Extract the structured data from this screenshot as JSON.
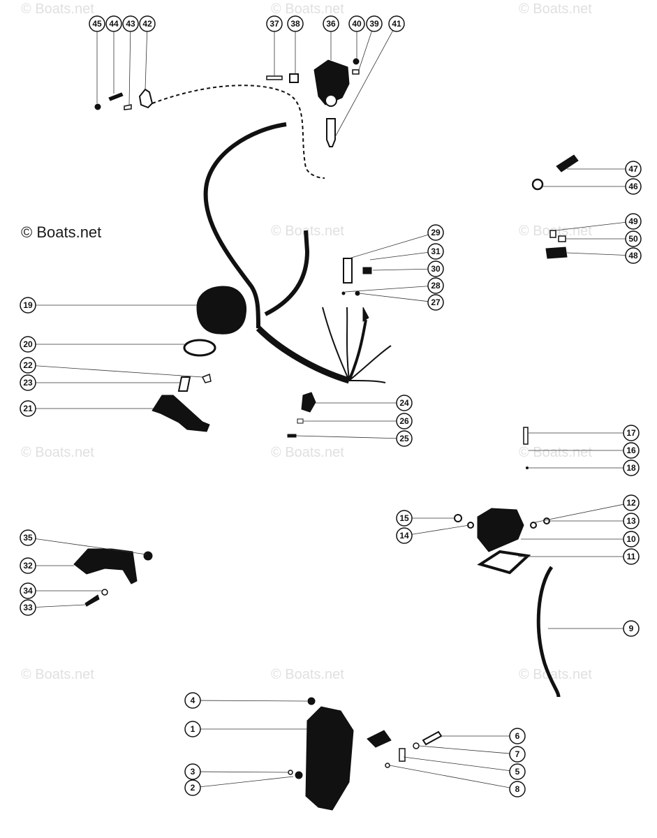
{
  "watermark": {
    "text": "© Boats.net",
    "copies": [
      "© Boats.net",
      "© Boats.net",
      "© Boats.net",
      "© Boats.net",
      "© Boats.net",
      "© Boats.net",
      "© Boats.net",
      "© Boats.net",
      "© Boats.net",
      "© Boats.net",
      "© Boats.net",
      "© Boats.net"
    ]
  },
  "callouts": [
    "1",
    "2",
    "3",
    "4",
    "5",
    "6",
    "7",
    "8",
    "9",
    "10",
    "11",
    "12",
    "13",
    "14",
    "15",
    "16",
    "17",
    "18",
    "19",
    "20",
    "21",
    "22",
    "23",
    "24",
    "25",
    "26",
    "27",
    "28",
    "29",
    "30",
    "31",
    "32",
    "33",
    "34",
    "35",
    "36",
    "37",
    "38",
    "39",
    "40",
    "41",
    "42",
    "43",
    "44",
    "45",
    "46",
    "47",
    "48",
    "49",
    "50"
  ],
  "colors": {
    "ink": "#111111",
    "leader": "#333333",
    "watermark": "#e0e0e0"
  }
}
